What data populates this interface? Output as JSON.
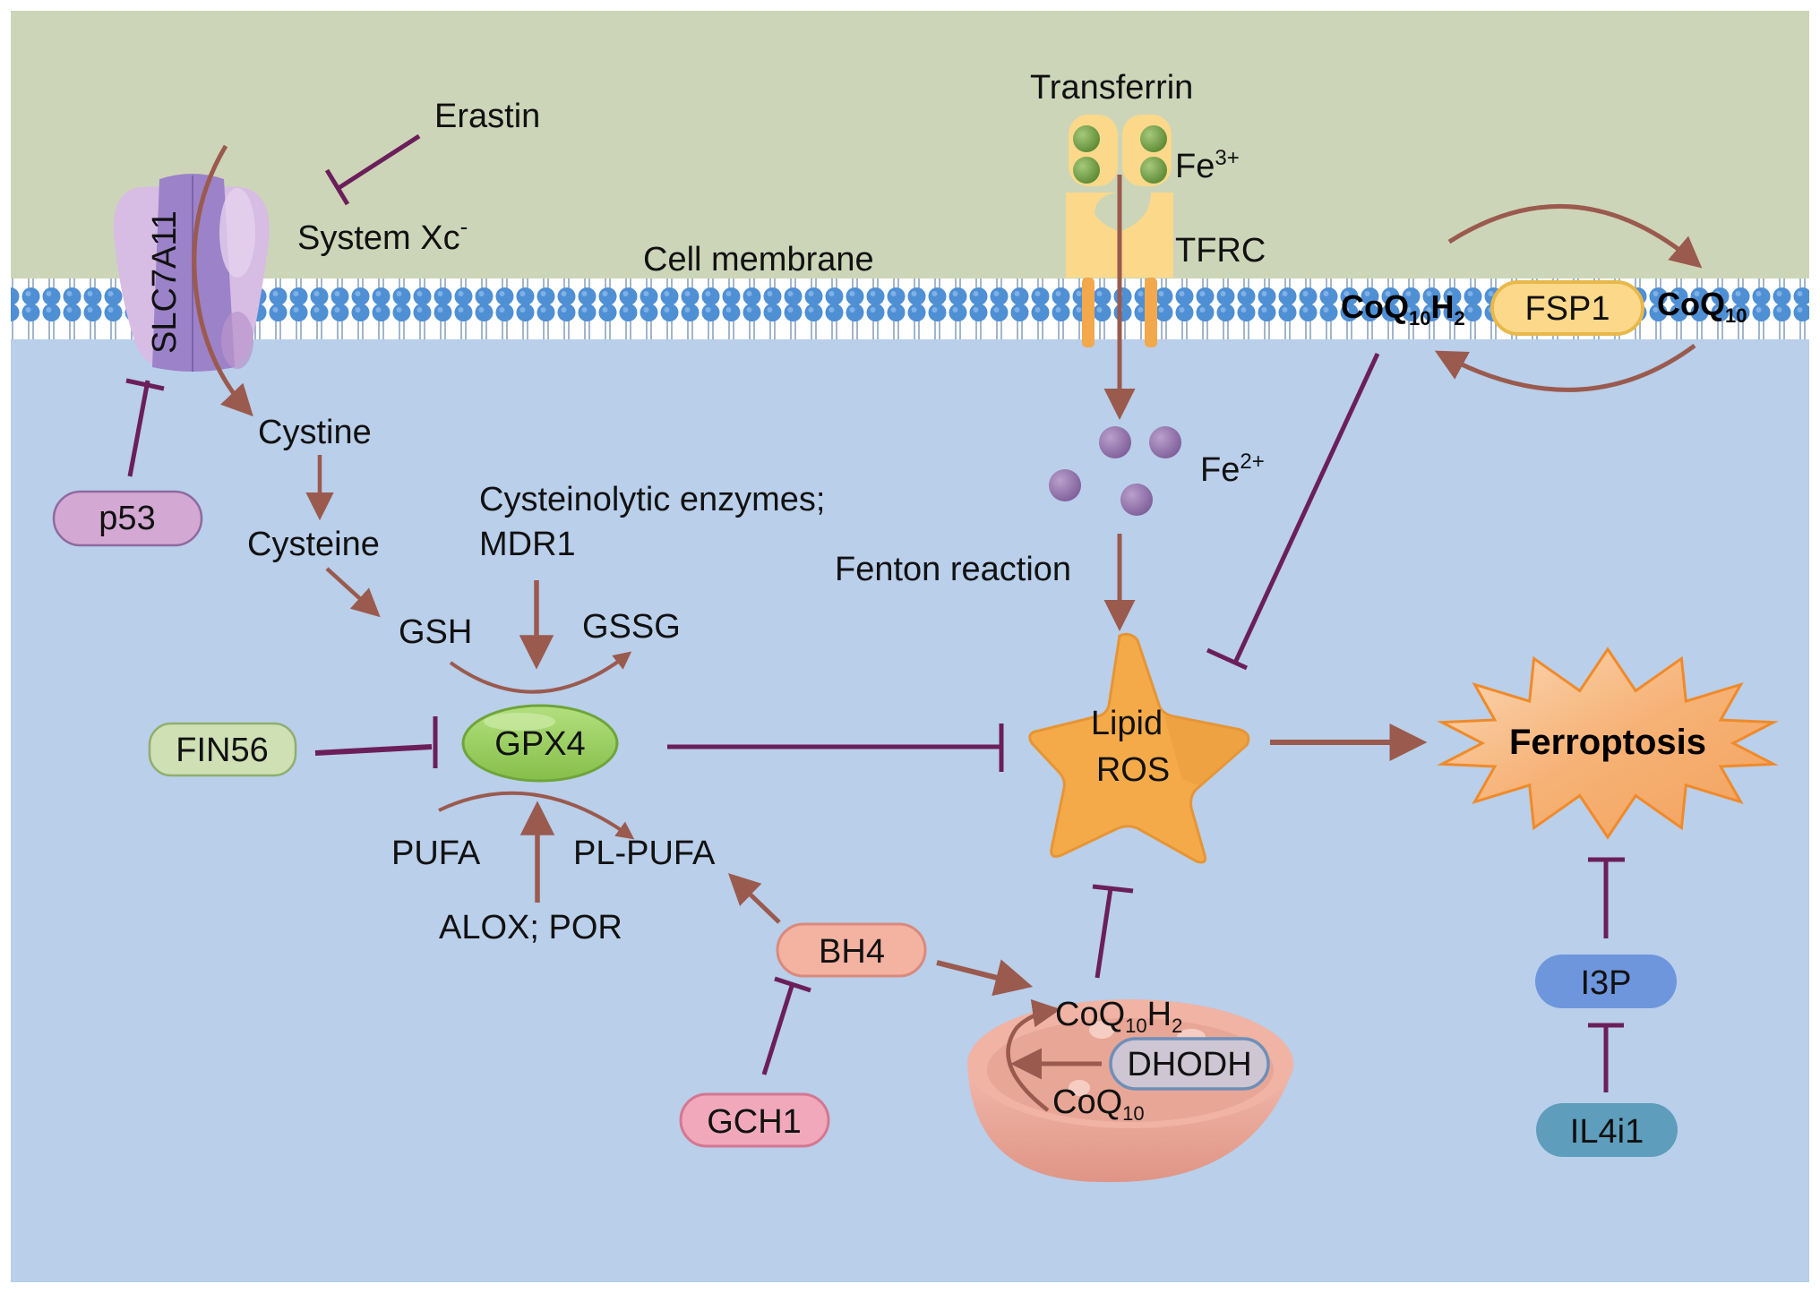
{
  "figure": {
    "title": "Ferroptosis regulatory pathways",
    "regions": {
      "extracellular": "extracellular space",
      "intracellular": "cytoplasm",
      "membrane_label": "Cell membrane"
    },
    "colors": {
      "extracellular_bg": "#cdd5b8",
      "intracellular_bg": "#b9cfea",
      "membrane_head": "#4f8fd4",
      "activation_arrow": "#9a5a4e",
      "inhibition_line": "#6b1f5a",
      "slc7a11": "#d4b6e0",
      "slc7a11_core": "#9c82c8",
      "tfrc": "#fbd88a",
      "fsp1": "#fbd88a",
      "gpx4": "#9bcf5e",
      "lipid_ros": "#f4aa48",
      "ferroptosis": "#f6b070",
      "p53": "#d3a9d3",
      "fin56": "#cfe0b4",
      "bh4": "#f3b3a0",
      "gch1": "#f1a8bb",
      "i3p": "#6e96dc",
      "il4i1": "#5e9dbb",
      "mito": "#e7a394",
      "dhodh": "#c9c3d0",
      "fe3": "#6e9a3f",
      "fe2": "#8e6ea8"
    }
  },
  "labels": {
    "erastin": "Erastin",
    "system_xc": "System Xc",
    "system_xc_sup": "-",
    "slc7a11": "SLC7A11",
    "cell_membrane": "Cell membrane",
    "transferrin": "Transferrin",
    "fe3": "Fe",
    "fe3_sup": "3+",
    "tfrc": "TFRC",
    "coq10h2_membrane": {
      "base": "CoQ",
      "sub1": "10",
      "mid": "H",
      "sub2": "2"
    },
    "fsp1": "FSP1",
    "coq10_membrane": {
      "base": "CoQ",
      "sub": "10"
    },
    "p53": "p53",
    "cystine": "Cystine",
    "cysteine": "Cysteine",
    "cysteinolytic_line1": "Cysteinolytic enzymes;",
    "cysteinolytic_line2": "MDR1",
    "gsh": "GSH",
    "gssg": "GSSG",
    "fe2": "Fe",
    "fe2_sup": "2+",
    "fenton": "Fenton reaction",
    "fin56": "FIN56",
    "gpx4": "GPX4",
    "lipid_ros_line1": "Lipid",
    "lipid_ros_line2": "ROS",
    "ferroptosis": "Ferroptosis",
    "pufa": "PUFA",
    "pl_pufa": "PL-PUFA",
    "alox_por": "ALOX; POR",
    "bh4": "BH4",
    "gch1": "GCH1",
    "coq10h2_mito": {
      "base": "CoQ",
      "sub1": "10",
      "mid": "H",
      "sub2": "2"
    },
    "dhodh": "DHODH",
    "coq10_mito": {
      "base": "CoQ",
      "sub": "10"
    },
    "i3p": "I3P",
    "il4i1": "IL4i1"
  },
  "edges": [
    {
      "from": "Erastin",
      "to": "System Xc-",
      "type": "inhibition"
    },
    {
      "from": "p53",
      "to": "SLC7A11",
      "type": "inhibition"
    },
    {
      "from": "extracellular",
      "to": "Cystine",
      "type": "transport",
      "via": "SLC7A11"
    },
    {
      "from": "Cystine",
      "to": "Cysteine",
      "type": "activation"
    },
    {
      "from": "Cysteine",
      "to": "GSH",
      "type": "activation"
    },
    {
      "from": "GSH",
      "to": "GSSG",
      "type": "conversion",
      "via": "GPX4"
    },
    {
      "from": "Cysteinolytic enzymes; MDR1",
      "to": "GPX4",
      "type": "activation"
    },
    {
      "from": "FIN56",
      "to": "GPX4",
      "type": "inhibition"
    },
    {
      "from": "GPX4",
      "to": "Lipid ROS",
      "type": "inhibition"
    },
    {
      "from": "PUFA",
      "to": "PL-PUFA",
      "type": "conversion"
    },
    {
      "from": "ALOX; POR",
      "to": "GPX4",
      "type": "activation"
    },
    {
      "from": "BH4",
      "to": "PL-PUFA",
      "type": "activation"
    },
    {
      "from": "GCH1",
      "to": "BH4",
      "type": "inhibition"
    },
    {
      "from": "BH4",
      "to": "CoQ10H2 (mitochondria)",
      "type": "activation"
    },
    {
      "from": "DHODH",
      "to": "CoQ10 -> CoQ10H2",
      "type": "conversion"
    },
    {
      "from": "CoQ10H2 (mitochondria)",
      "to": "Lipid ROS",
      "type": "inhibition"
    },
    {
      "from": "Transferrin",
      "to": "Fe2+",
      "type": "transport",
      "via": "TFRC"
    },
    {
      "from": "Fe2+",
      "to": "Lipid ROS",
      "type": "activation",
      "label": "Fenton reaction"
    },
    {
      "from": "CoQ10H2 (membrane)",
      "to": "CoQ10",
      "type": "conversion",
      "via": "FSP1"
    },
    {
      "from": "CoQ10",
      "to": "CoQ10H2 (membrane)",
      "type": "conversion",
      "via": "FSP1"
    },
    {
      "from": "CoQ10H2 (membrane)",
      "to": "Lipid ROS",
      "type": "inhibition"
    },
    {
      "from": "Lipid ROS",
      "to": "Ferroptosis",
      "type": "activation"
    },
    {
      "from": "I3P",
      "to": "Ferroptosis",
      "type": "inhibition"
    },
    {
      "from": "IL4i1",
      "to": "I3P",
      "type": "inhibition"
    }
  ]
}
